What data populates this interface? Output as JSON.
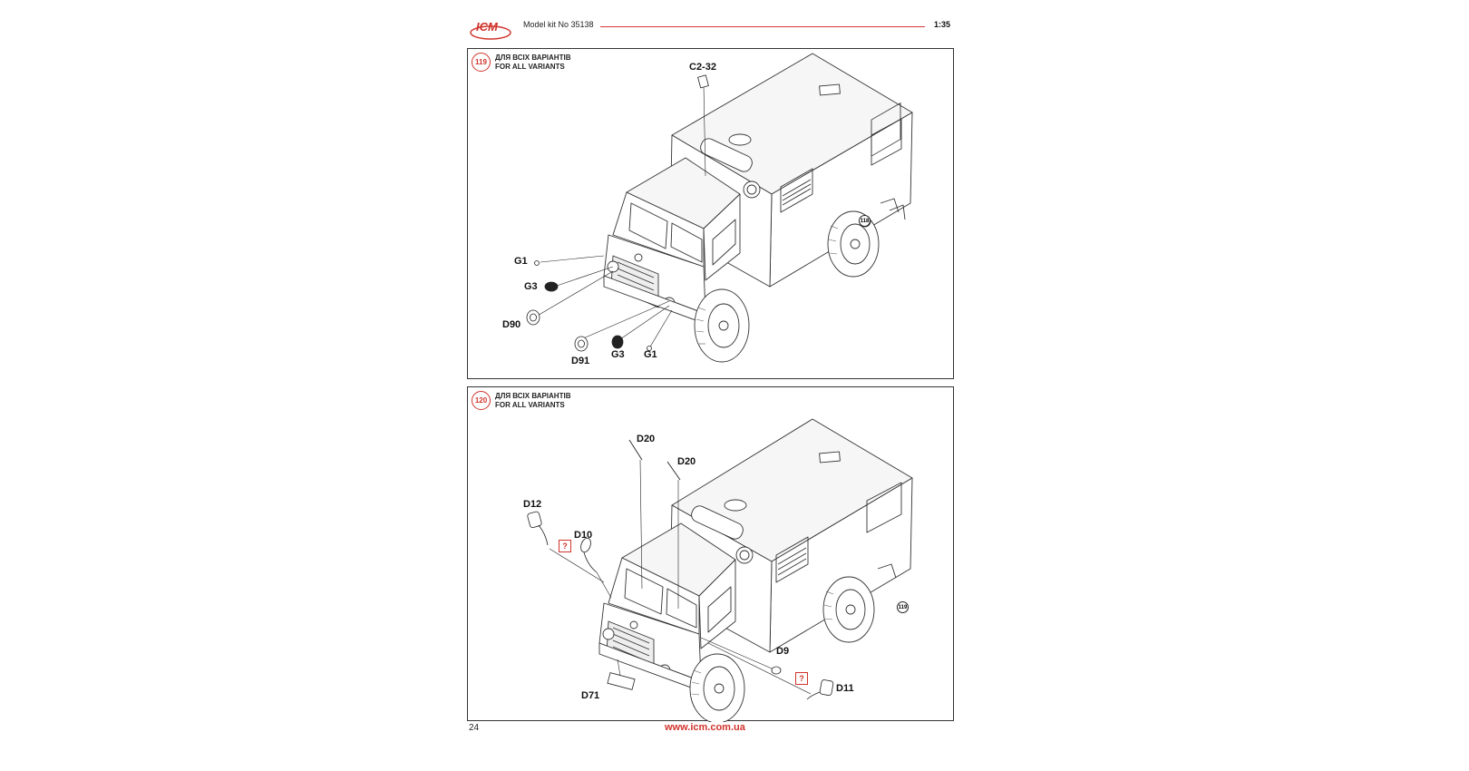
{
  "header": {
    "brand": "ICM",
    "model_kit": "Model kit No 35138",
    "scale": "1:35",
    "brand_color": "#d0342c"
  },
  "steps": [
    {
      "number": "119",
      "title_ua": "ДЛЯ ВСІХ ВАРІАНТІВ",
      "title_en": "FOR ALL VARIANTS",
      "parts": [
        "C2-32",
        "G1",
        "G3",
        "D90",
        "D91",
        "G3",
        "G1"
      ],
      "ref_step": "118"
    },
    {
      "number": "120",
      "title_ua": "ДЛЯ ВСІХ ВАРІАНТІВ",
      "title_en": "FOR ALL VARIANTS",
      "parts": [
        "D20",
        "D20",
        "D12",
        "D10",
        "D9",
        "D11",
        "D71"
      ],
      "ref_step": "119",
      "option_marks": [
        "?",
        "?"
      ]
    }
  ],
  "footer": {
    "page": "24",
    "url": "www.icm.com.ua"
  }
}
